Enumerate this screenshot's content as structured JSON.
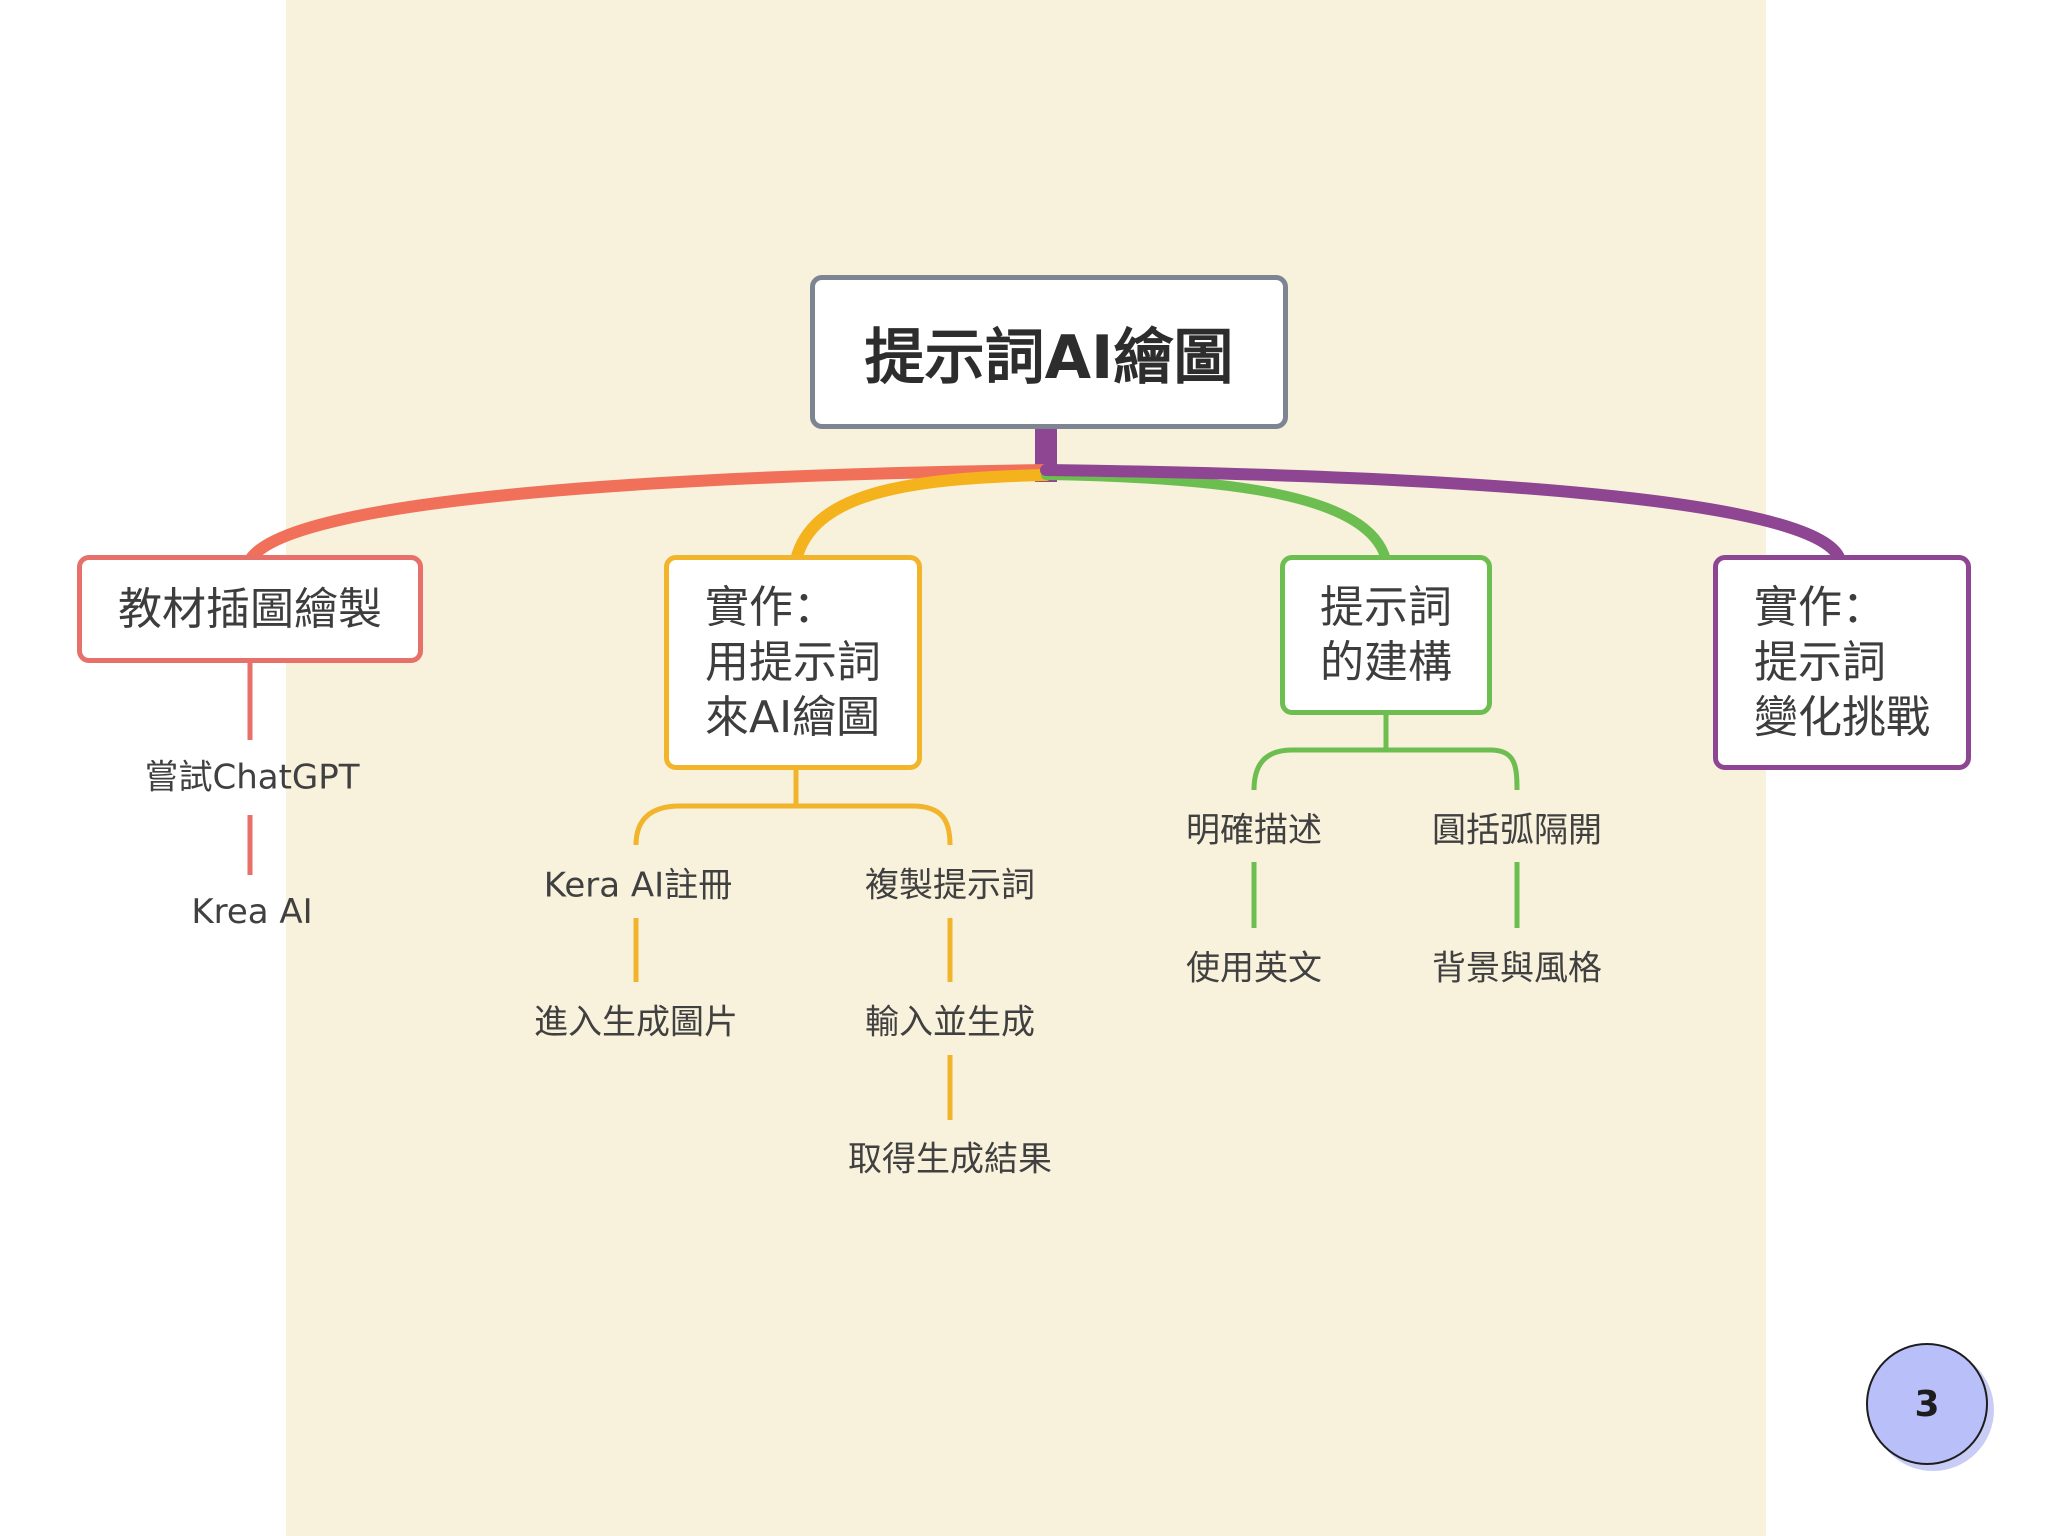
{
  "root": {
    "title": "提示詞AI繪圖"
  },
  "branches": [
    {
      "lines": [
        "教材插圖繪製"
      ],
      "color": "#e8706a",
      "children": [
        "嘗試ChatGPT",
        "Krea AI"
      ]
    },
    {
      "lines": [
        "實作：",
        "用提示詞",
        "來AI繪圖"
      ],
      "color": "#f2b42b",
      "children": [
        "Kera AI註冊",
        "進入生成圖片",
        "複製提示詞",
        "輸入並生成",
        "取得生成結果"
      ]
    },
    {
      "lines": [
        "提示詞",
        "的建構"
      ],
      "color": "#6dbe50",
      "children": [
        "明確描述",
        "使用英文",
        "圓括弧隔開",
        "背景與風格"
      ]
    },
    {
      "lines": [
        "實作：",
        "提示詞",
        "變化挑戰"
      ],
      "color": "#8e4592",
      "children": []
    }
  ],
  "colors": {
    "background": "#f8f1dc",
    "root_border": "#7d8592",
    "badge": "#b9bff8"
  },
  "page_number": "3"
}
